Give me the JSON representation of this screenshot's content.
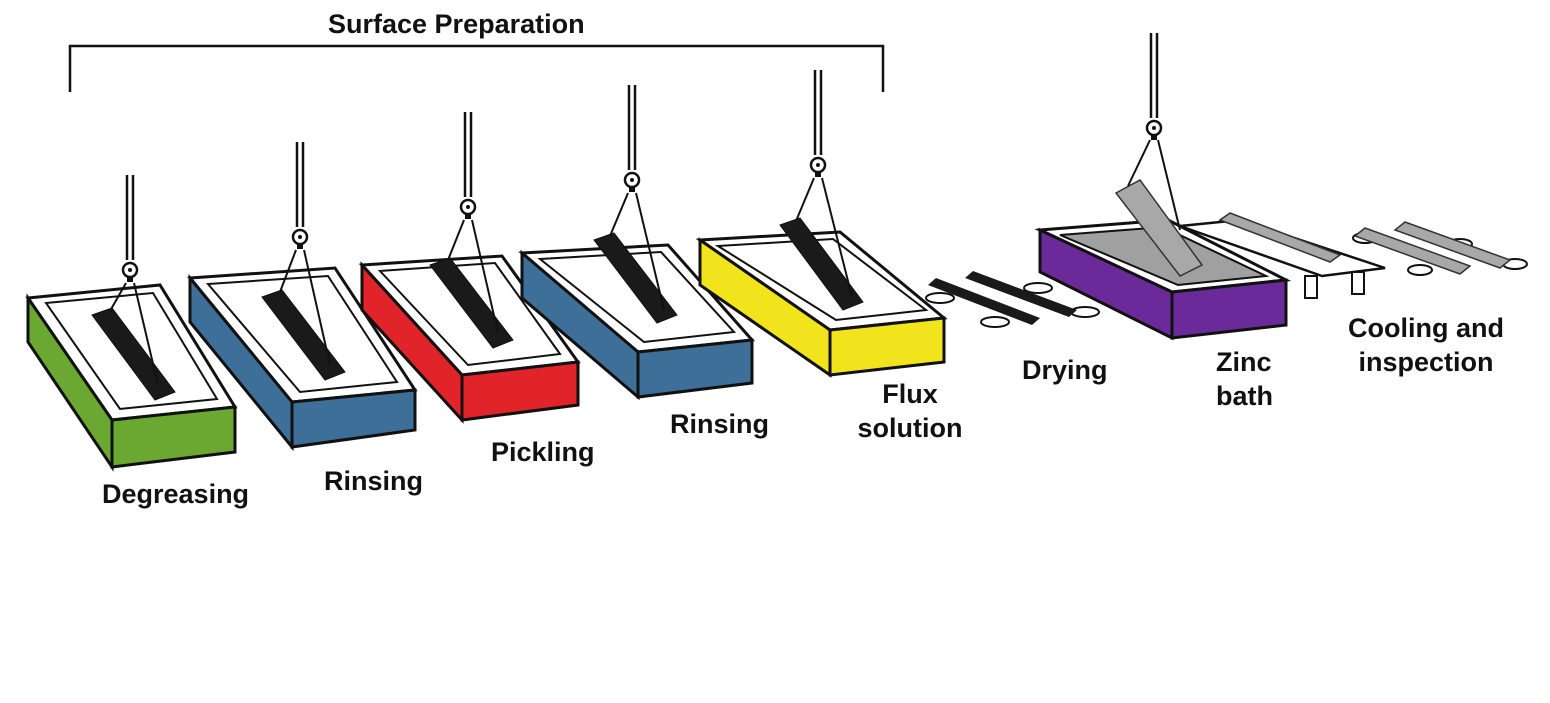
{
  "title": "Surface Preparation",
  "steps": {
    "degreasing": "Degreasing",
    "rinsing1": "Rinsing",
    "pickling": "Pickling",
    "rinsing2": "Rinsing",
    "flux_line1": "Flux",
    "flux_line2": "solution",
    "drying": "Drying",
    "zinc_line1": "Zinc",
    "zinc_line2": "bath",
    "cooling_line1": "Cooling and",
    "cooling_line2": "inspection"
  },
  "colors": {
    "degreasing": "#6aa832",
    "rinsing": "#3e6f98",
    "pickling": "#e0242a",
    "flux": "#f2e41c",
    "zinc": "#6a2a9a",
    "steel": "#1a1a1a",
    "galvanized": "#a8a8a8"
  }
}
